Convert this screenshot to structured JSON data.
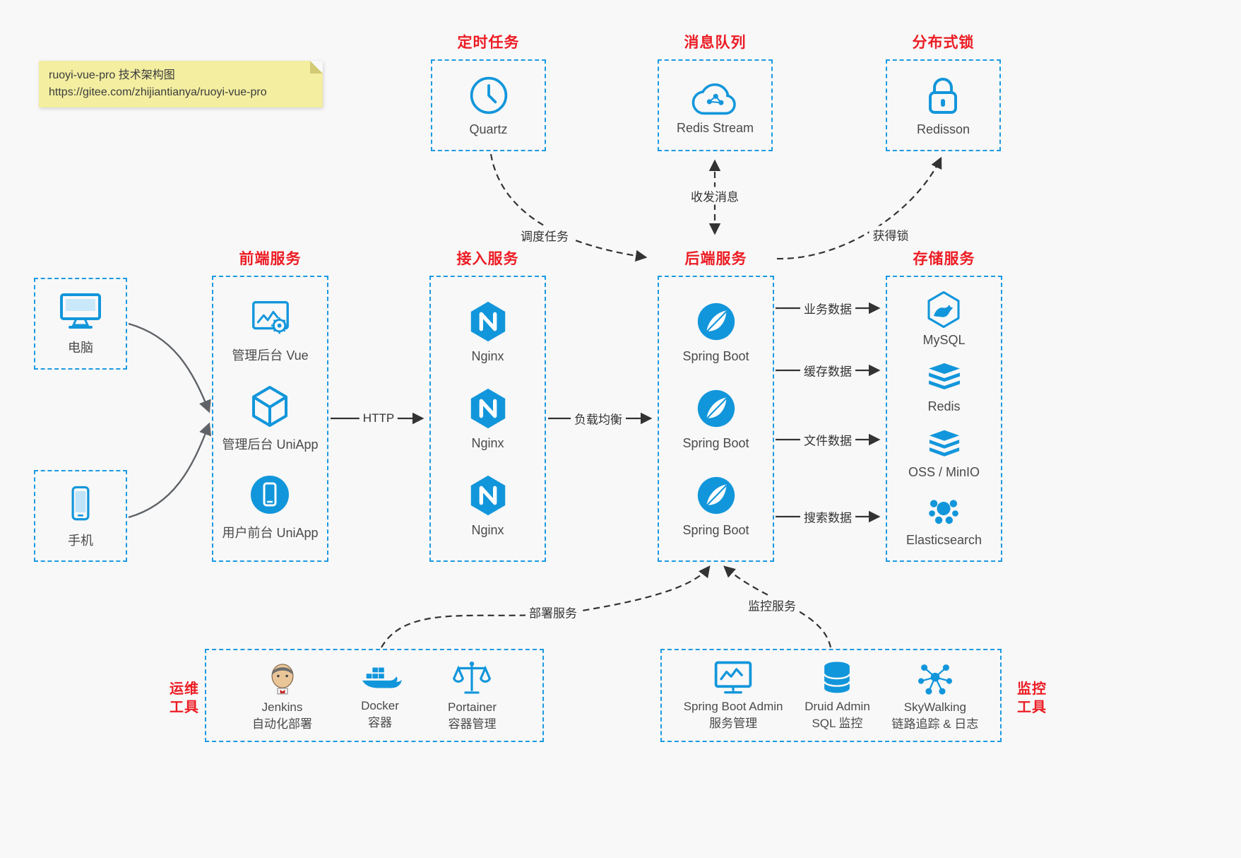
{
  "note": {
    "line1": "ruoyi-vue-pro 技术架构图",
    "line2": "https://gitee.com/zhijiantianya/ruoyi-vue-pro"
  },
  "colors": {
    "accent_blue": "#1296db",
    "border_blue": "#1b9ae2",
    "title_red": "#ec1c24",
    "note_yellow": "#f3eea0",
    "line_dark": "#333333"
  },
  "top": {
    "scheduled": {
      "title": "定时任务",
      "node": "Quartz",
      "icon": "clock-icon"
    },
    "mq": {
      "title": "消息队列",
      "node": "Redis Stream",
      "icon": "cloud-network-icon"
    },
    "lock": {
      "title": "分布式锁",
      "node": "Redisson",
      "icon": "lock-icon"
    }
  },
  "clients": {
    "pc": "电脑",
    "phone": "手机"
  },
  "columns": {
    "frontend": {
      "title": "前端服务",
      "items": [
        "管理后台 Vue",
        "管理后台 UniApp",
        "用户前台 UniApp"
      ]
    },
    "gateway": {
      "title": "接入服务",
      "items": [
        "Nginx",
        "Nginx",
        "Nginx"
      ]
    },
    "backend": {
      "title": "后端服务",
      "items": [
        "Spring Boot",
        "Spring Boot",
        "Spring Boot"
      ]
    },
    "storage": {
      "title": "存储服务",
      "items": [
        "MySQL",
        "Redis",
        "OSS / MinIO",
        "Elasticsearch"
      ]
    }
  },
  "bottom": {
    "ops": {
      "title_line1": "运维",
      "title_line2": "工具",
      "items": [
        {
          "name": "Jenkins",
          "desc": "自动化部署",
          "icon": "jenkins-icon"
        },
        {
          "name": "Docker",
          "desc": "容器",
          "icon": "docker-icon"
        },
        {
          "name": "Portainer",
          "desc": "容器管理",
          "icon": "portainer-icon"
        }
      ]
    },
    "monitoring": {
      "title_line1": "监控",
      "title_line2": "工具",
      "items": [
        {
          "name": "Spring Boot Admin",
          "desc": "服务管理",
          "icon": "spring-boot-admin-icon"
        },
        {
          "name": "Druid Admin",
          "desc": "SQL 监控",
          "icon": "druid-admin-icon"
        },
        {
          "name": "SkyWalking",
          "desc": "链路追踪 & 日志",
          "icon": "skywalking-icon"
        }
      ]
    }
  },
  "edges": {
    "http": "HTTP",
    "load_balance": "负载均衡",
    "schedule": "调度任务",
    "messages": "收发消息",
    "lock": "获得锁",
    "business": "业务数据",
    "cache": "缓存数据",
    "file": "文件数据",
    "search": "搜索数据",
    "deploy": "部署服务",
    "monitor": "监控服务"
  }
}
